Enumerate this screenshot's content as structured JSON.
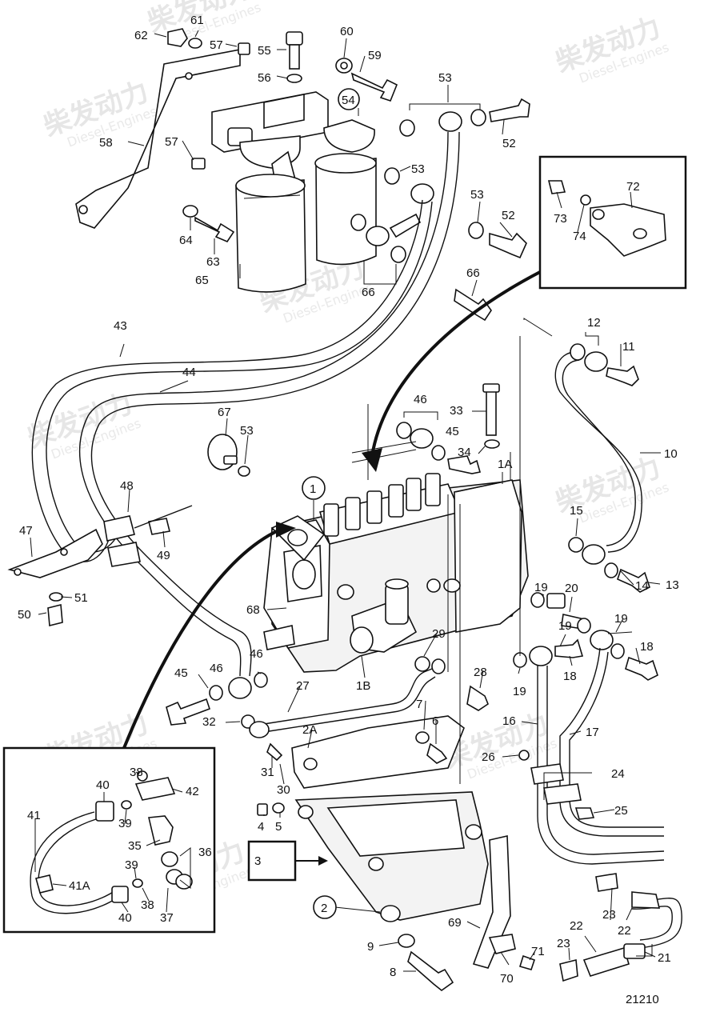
{
  "figure_number": "21210",
  "watermark": {
    "cn": "柴发动力",
    "en": "Diesel-Engines"
  },
  "callouts": [
    "1",
    "1A",
    "1B",
    "2",
    "2A",
    "3",
    "4",
    "5",
    "6",
    "7",
    "8",
    "9",
    "10",
    "11",
    "12",
    "13",
    "14",
    "15",
    "16",
    "17",
    "18",
    "18",
    "19",
    "19",
    "19",
    "19",
    "20",
    "21",
    "22",
    "22",
    "23",
    "23",
    "24",
    "25",
    "26",
    "27",
    "28",
    "29",
    "30",
    "31",
    "32",
    "33",
    "34",
    "35",
    "36",
    "37",
    "38",
    "38",
    "39",
    "39",
    "40",
    "40",
    "41",
    "41A",
    "42",
    "43",
    "44",
    "45",
    "45",
    "46",
    "46",
    "47",
    "48",
    "49",
    "50",
    "51",
    "52",
    "52",
    "53",
    "53",
    "53",
    "53",
    "54",
    "55",
    "56",
    "57",
    "57",
    "58",
    "59",
    "60",
    "61",
    "62",
    "63",
    "64",
    "65",
    "66",
    "66",
    "67",
    "68",
    "69",
    "70",
    "71",
    "72",
    "73",
    "74"
  ]
}
